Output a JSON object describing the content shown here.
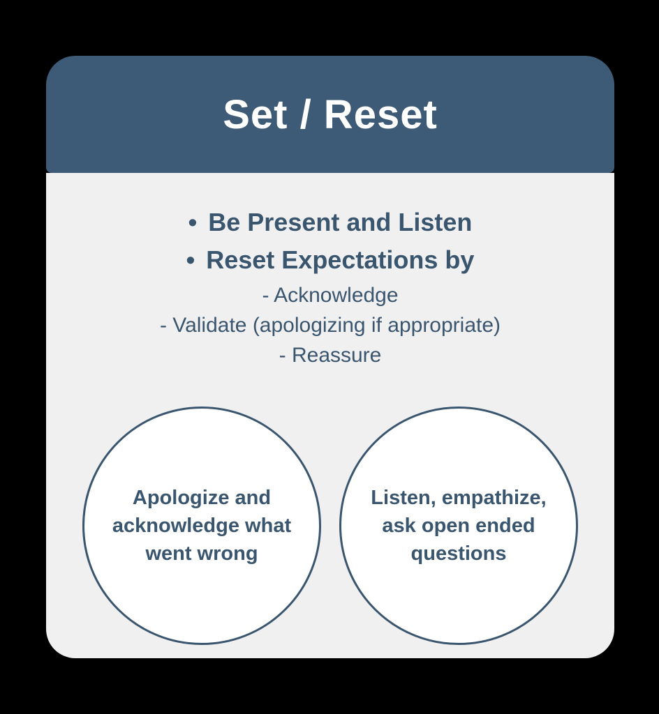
{
  "title": "Set / Reset",
  "bullet_char": "•",
  "bullets": [
    {
      "label": "Be Present and Listen"
    },
    {
      "label": "Reset Expectations by"
    }
  ],
  "sub_points": [
    "- Acknowledge",
    "- Validate (apologizing if appropriate)",
    "- Reassure"
  ],
  "circles": [
    {
      "text": "Apologize and acknowledge what went wrong"
    },
    {
      "text": "Listen, empathize, ask open ended questions"
    }
  ],
  "colors": {
    "header_bg": "#3d5a76",
    "body_bg": "#f1f0f1",
    "text": "#3a556e",
    "circle_border": "#3a556e",
    "circle_fill": "#ffffff",
    "page_bg": "#000000"
  }
}
